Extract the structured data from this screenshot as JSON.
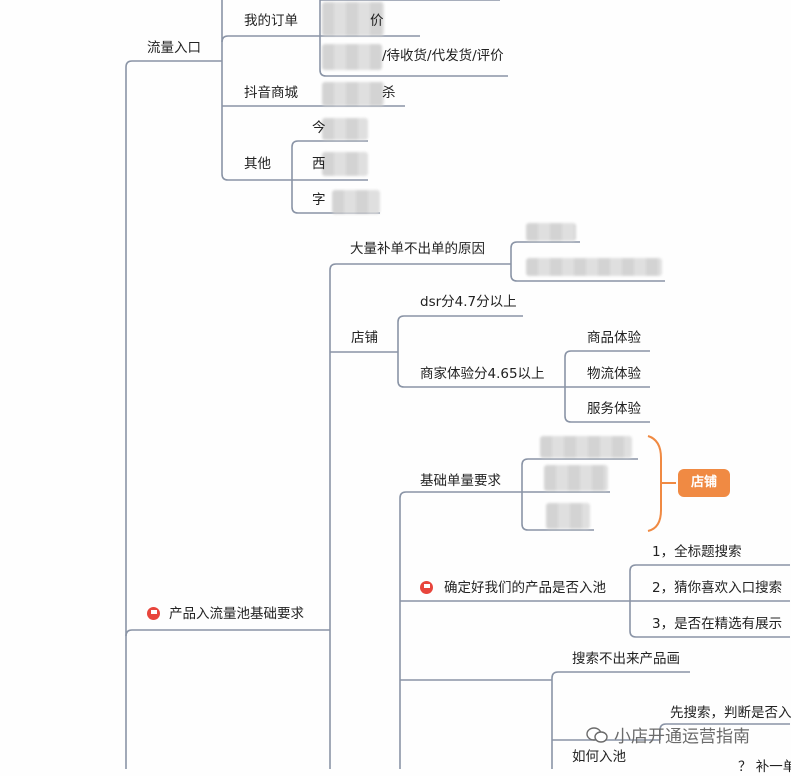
{
  "nodes": {
    "liuliang_rukou": "流量入口",
    "wode_dingdan": "我的订单",
    "dingdan_r1": "价",
    "dingdan_r2": "/待收货/代发货/评价",
    "douyin_shangcheng": "抖音商城",
    "shangcheng_r1": "杀",
    "qita": "其他",
    "qita_r1": "今",
    "qita_r2": "西",
    "qita_r3": "字",
    "chanpin_ruchi": "产品入流量池基础要求",
    "dabu_yuanyin": "大量补单不出单的原因",
    "dianpu": "店铺",
    "dsr": "dsr分4.7分以上",
    "shangjia_tiyan": "商家体验分4.65以上",
    "shangpin_tiyan": "商品体验",
    "wuliu_tiyan": "物流体验",
    "fuwu_tiyan": "服务体验",
    "jichu_danliang": "基础单量要求",
    "dianpu_badge": "店铺",
    "queding_ruchi": "确定好我们的产品是否入池",
    "check1": "1，全标题搜索",
    "check2": "2，猜你喜欢入口搜索",
    "check3": "3，是否在精选有展示",
    "sousuo_buchu": "搜索不出来产品画",
    "ruhe_ruchi": "如何入池",
    "xian_sousuo": "先搜索，判断是否入",
    "bu_yi": "？ 补一单"
  },
  "watermark": "小店开通运营指南",
  "colors": {
    "line": "#8a94a6",
    "badge": "#f08a43",
    "flag": "#e8453c",
    "bracket": "#f08a43"
  }
}
